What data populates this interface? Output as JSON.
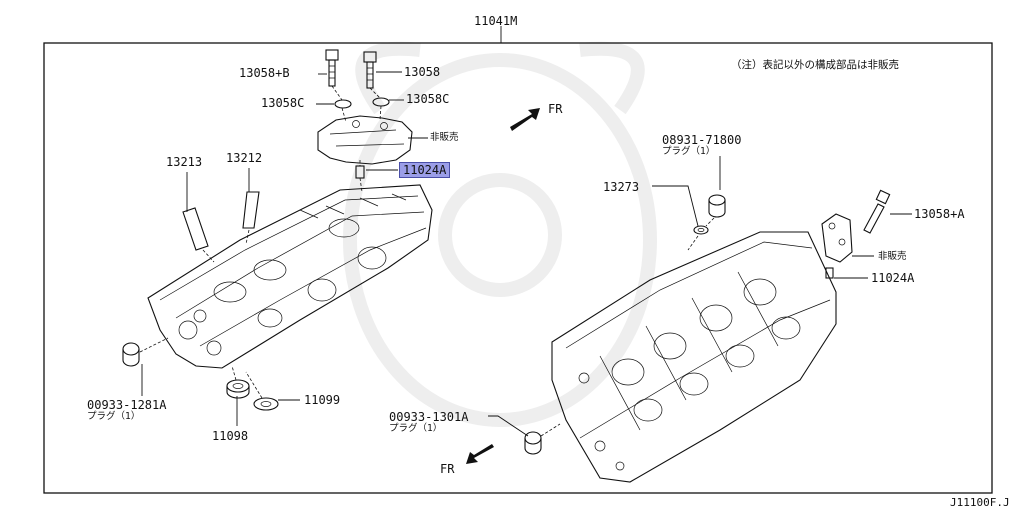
{
  "diagram": {
    "assembly_code": "11041M",
    "figure_code": "J11100F.J",
    "note": "（注）表記以外の構成部品は非販売",
    "direction_labels": {
      "fr_upper": "FR",
      "fr_lower": "FR"
    },
    "parts": {
      "bolt_b": "13058+B",
      "bolt": "13058",
      "washer_left": "13058C",
      "washer_right": "13058C",
      "not_sold_upper": "非販売",
      "dowel_highlighted": "11024A",
      "pin_13213": "13213",
      "pin_13212": "13212",
      "plug_top_number": "08931-71800",
      "plug_top_sub": "プラグ（1）",
      "gasket_13273": "13273",
      "bolt_a": "13058+A",
      "not_sold_right": "非販売",
      "dowel_right": "11024A",
      "plug_left_number": "00933-1281A",
      "plug_left_sub": "プラグ（1）",
      "seal_11099": "11099",
      "seal_11098": "11098",
      "plug_bottom_number": "00933-1301A",
      "plug_bottom_sub": "プラグ（1）"
    },
    "highlight_color": "#9b9ee8"
  }
}
